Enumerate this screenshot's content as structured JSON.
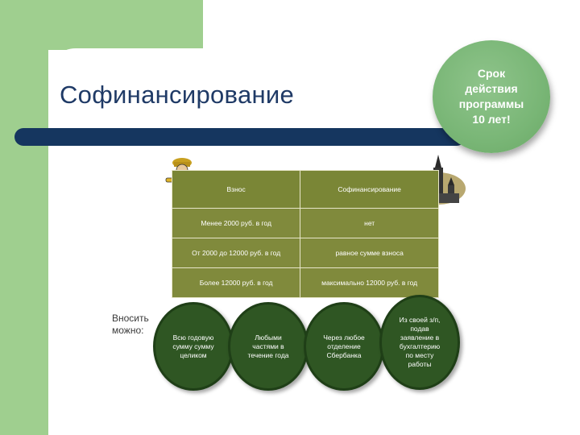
{
  "slide": {
    "title": "Софинансирование",
    "highlight": "Срок\nдействия\nпрограммы\n10 лет!"
  },
  "table": {
    "headers": [
      "Взнос",
      "Софинансирование"
    ],
    "rows": [
      [
        "Менее 2000 руб. в год",
        "нет"
      ],
      [
        "От 2000 до 12000 руб. в год",
        "равное сумме взноса"
      ],
      [
        "Более 12000 руб. в год",
        "максимально 12000 руб. в год"
      ]
    ]
  },
  "payment": {
    "label": "Вносить\nможно:",
    "options": [
      "Всю годовую\nсумму сумму\nцеликом",
      "Любыми\nчастями в\nтечение года",
      "Через любое\nотделение\nСбербанка",
      "Из своей з/п,\nподав\nзаявление в\nбухгалтерию\nпо месту\nработы"
    ]
  },
  "colors": {
    "title": "#1f3a66",
    "bar": "#15365f",
    "green_frame": "#9fcf8f",
    "table_bg": "#808a3c",
    "circle_dark": "#2f5623",
    "circle_light": "#79b676"
  },
  "icons": [
    "cartoon-man-icon",
    "church-icon"
  ]
}
